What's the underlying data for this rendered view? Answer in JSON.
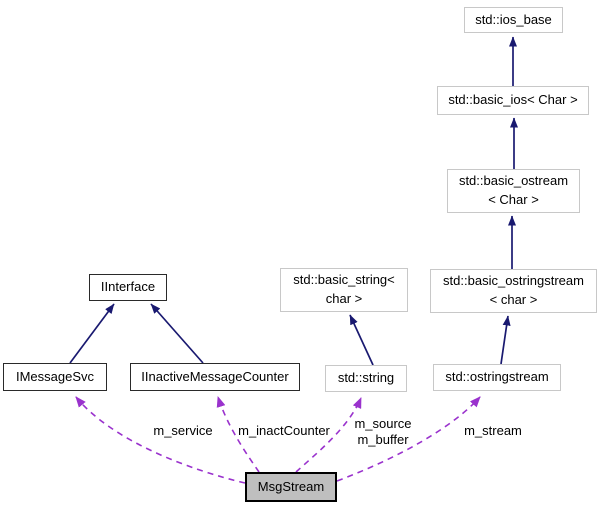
{
  "diagram": {
    "type": "class-collaboration-diagram",
    "colors": {
      "inheritance_arrow": "#191970",
      "usage_arrow": "#9a32cd",
      "std_node_border": "#c8c8c8",
      "project_node_border": "#2a2a2a",
      "selected_node_fill": "#bfbfbf",
      "node_fill": "#ffffff",
      "text": "#000000"
    },
    "nodes": {
      "ios_base": {
        "lines": [
          "std::ios_base"
        ]
      },
      "basic_ios": {
        "lines": [
          "std::basic_ios< Char >"
        ]
      },
      "basic_ostream": {
        "lines": [
          "std::basic_ostream",
          "< Char >"
        ]
      },
      "basic_ostringstream": {
        "lines": [
          "std::basic_ostringstream",
          "< char >"
        ]
      },
      "ostringstream": {
        "lines": [
          "std::ostringstream"
        ]
      },
      "basic_string": {
        "lines": [
          "std::basic_string<",
          "char >"
        ]
      },
      "string": {
        "lines": [
          "std::string"
        ]
      },
      "iinterface": {
        "lines": [
          "IInterface"
        ]
      },
      "imessagesvc": {
        "lines": [
          "IMessageSvc"
        ]
      },
      "iinactivemessagecounter": {
        "lines": [
          "IInactiveMessageCounter"
        ]
      },
      "msgstream": {
        "lines": [
          "MsgStream"
        ]
      }
    },
    "edge_labels": {
      "m_service": "m_service",
      "m_inactCounter": "m_inactCounter",
      "m_source_buffer": [
        "m_source",
        "m_buffer"
      ],
      "m_stream": "m_stream"
    },
    "edges": {
      "inheritance": [
        {
          "from": "basic_ios",
          "to": "ios_base"
        },
        {
          "from": "basic_ostream",
          "to": "basic_ios"
        },
        {
          "from": "basic_ostringstream",
          "to": "basic_ostream"
        },
        {
          "from": "ostringstream",
          "to": "basic_ostringstream"
        },
        {
          "from": "string",
          "to": "basic_string"
        },
        {
          "from": "imessagesvc",
          "to": "iinterface"
        },
        {
          "from": "iinactivemessagecounter",
          "to": "iinterface"
        }
      ],
      "usage": [
        {
          "from": "msgstream",
          "to": "imessagesvc",
          "label": "m_service"
        },
        {
          "from": "msgstream",
          "to": "iinactivemessagecounter",
          "label": "m_inactCounter"
        },
        {
          "from": "msgstream",
          "to": "string",
          "label": "m_source m_buffer"
        },
        {
          "from": "msgstream",
          "to": "ostringstream",
          "label": "m_stream"
        }
      ]
    }
  }
}
